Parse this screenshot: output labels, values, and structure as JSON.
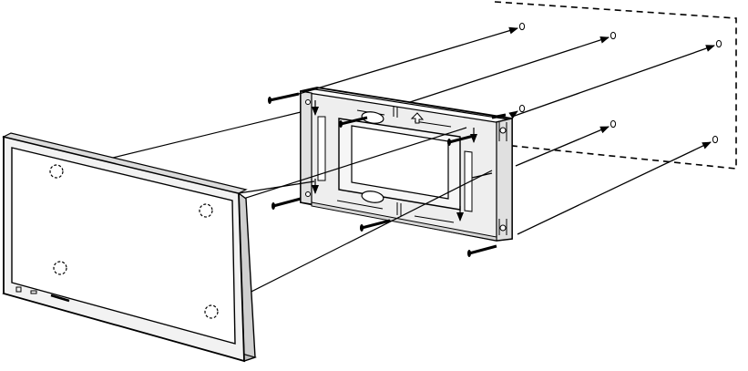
{
  "figure": {
    "subject": "wall-mount-installation",
    "line_color": "#000000",
    "background_color": "#ffffff",
    "panel_frame_color": "#f2f2f2",
    "bracket_color": "#eaeaea",
    "screw_count_wall": 6,
    "screw_count_bracket_to_monitor": 4,
    "icons": [
      "wall-outline",
      "wall-screw",
      "mounting-bracket",
      "bracket-screw",
      "monitor",
      "mounting-hole-marker",
      "up-arrow-indicator"
    ]
  }
}
